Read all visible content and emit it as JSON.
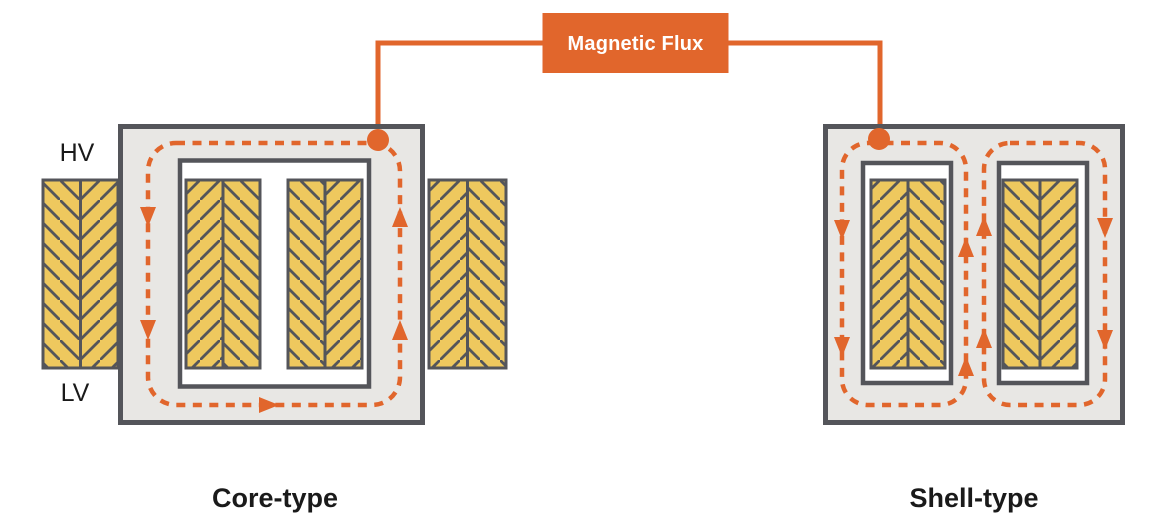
{
  "colors": {
    "background": "#ffffff",
    "accent-orange": "#E1662C",
    "winding-yellow": "#EEC85E",
    "core-fill": "#E8E7E4",
    "outline-dark": "#54555A",
    "text-dark": "#1a1a1a"
  },
  "flux_tag": {
    "label": "Magnetic Flux"
  },
  "core_type": {
    "caption": "Core-type",
    "hv_label": "HV",
    "lv_label": "LV"
  },
  "shell_type": {
    "caption": "Shell-type"
  }
}
